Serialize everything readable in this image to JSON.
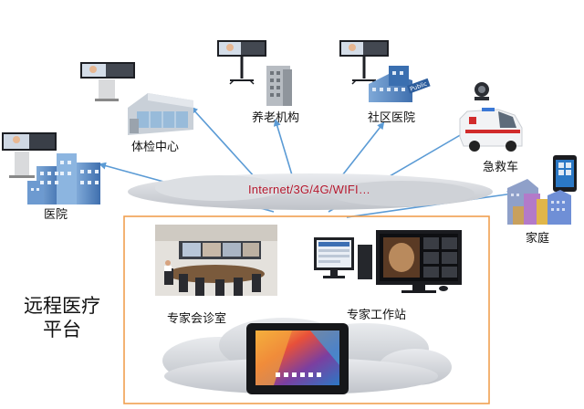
{
  "network_label": "Internet/3G/4G/WIFI…",
  "platform_title_line1": "远程医疗",
  "platform_title_line2": "平台",
  "nodes": {
    "hospital": "医院",
    "checkup_center": "体检中心",
    "elderly_care": "养老机构",
    "community_hospital": "社区医院",
    "ambulance": "急救车",
    "home": "家庭"
  },
  "platform": {
    "expert_consultation_room": "专家会诊室",
    "expert_workstation": "专家工作站"
  },
  "colors": {
    "arrow": "#5b9bd5",
    "platform_border": "#f0a050",
    "cloud": "#d0d3d8",
    "network_text": "#b0142a"
  },
  "signs": {
    "public_sign": "Public"
  }
}
